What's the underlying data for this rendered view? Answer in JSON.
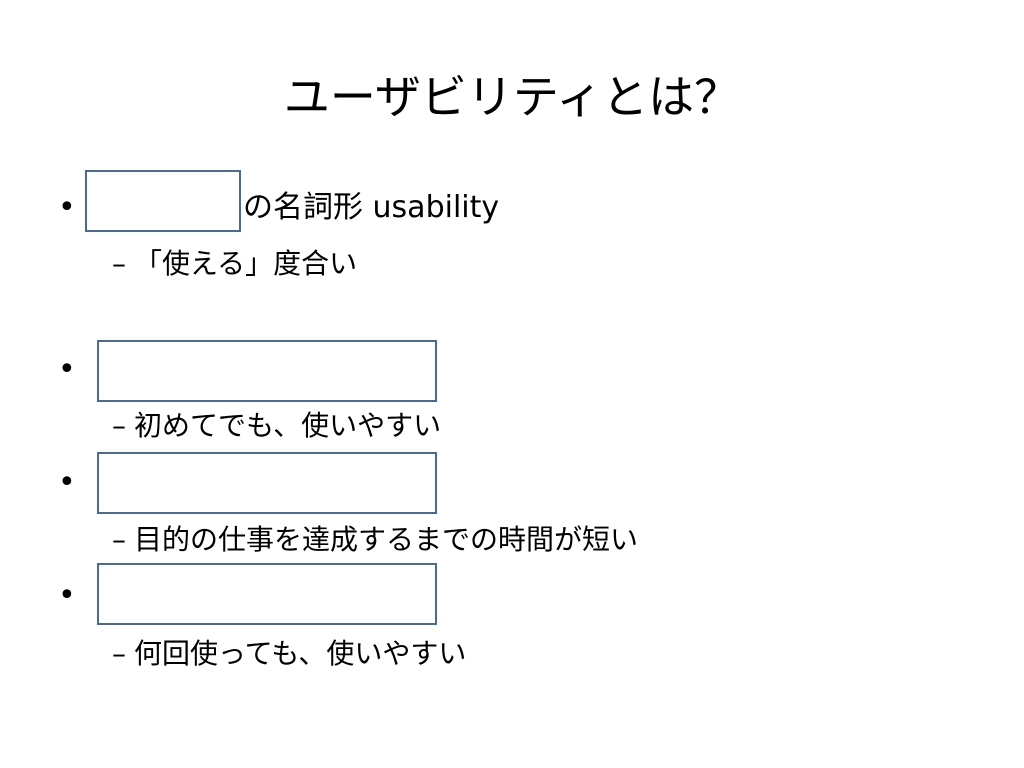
{
  "slide": {
    "title": "ユーザビリティとは？",
    "bullet_symbol": "•",
    "dash_symbol": "–",
    "items": [
      {
        "text": "の名詞形 usability",
        "sub": "「使える」度合い"
      },
      {
        "text": "",
        "sub": "初めてでも、使いやすい"
      },
      {
        "text": "",
        "sub": "目的の仕事を達成するまでの時間が短い"
      },
      {
        "text": "",
        "sub": "何回使っても、使いやすい"
      }
    ]
  },
  "colors": {
    "box_border": "#4a6a9a",
    "text": "#000000",
    "background": "#ffffff"
  }
}
